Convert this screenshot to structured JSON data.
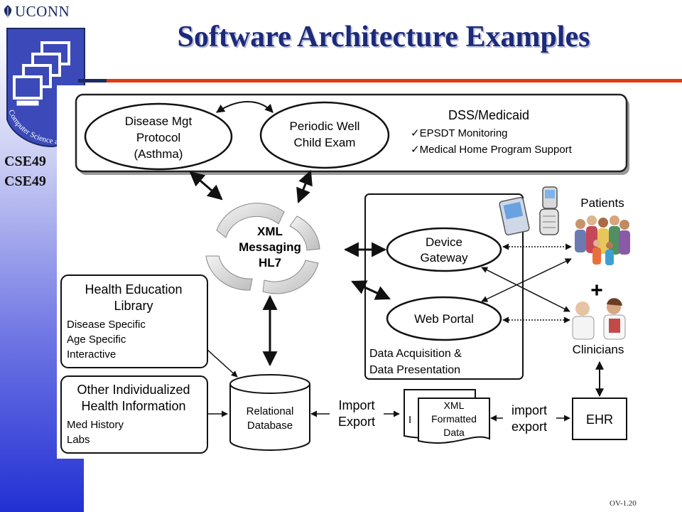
{
  "header": {
    "logo_text": "UCONN",
    "seal_text": "Computer Science and E"
  },
  "slide": {
    "title": "Software Architecture Examples",
    "course_lines": [
      "CSE49",
      "CSE49"
    ],
    "page_number": "OV-1.20"
  },
  "diagram": {
    "top_nodes": {
      "disease_mgt": [
        "Disease Mgt",
        "Protocol",
        "(Asthma)"
      ],
      "periodic_well": [
        "Periodic Well",
        "Child Exam"
      ]
    },
    "dss": {
      "title": "DSS/Medicaid",
      "items": [
        "✓EPSDT Monitoring",
        "✓Medical Home Program Support"
      ]
    },
    "xml_messaging": [
      "XML",
      "Messaging",
      "HL7"
    ],
    "device_gateway": [
      "Device",
      "Gateway"
    ],
    "web_portal": "Web Portal",
    "data_acquisition": [
      "Data Acquisition &",
      "Data Presentation"
    ],
    "patients": "Patients",
    "plus": "+",
    "clinicians": "Clinicians",
    "health_education": {
      "title": [
        "Health Education",
        "Library"
      ],
      "items": [
        "Disease Specific",
        "Age Specific",
        "Interactive"
      ]
    },
    "other_info": {
      "title": [
        "Other Individualized",
        "Health Information"
      ],
      "items": [
        "Med History",
        "Labs"
      ]
    },
    "relational_db": [
      "Relational",
      "Database"
    ],
    "import_export_left": [
      "Import",
      "Export"
    ],
    "xml_data": [
      "XML",
      "Formatted",
      "Data"
    ],
    "xml_data_back_label": "I",
    "import_export_right": [
      "import",
      "export"
    ],
    "ehr": "EHR"
  },
  "colors": {
    "title": "#1c2a7a",
    "accent_bar": "#e03a10",
    "sidebar_bottom": "#2230d3",
    "node_outline": "#111111"
  }
}
